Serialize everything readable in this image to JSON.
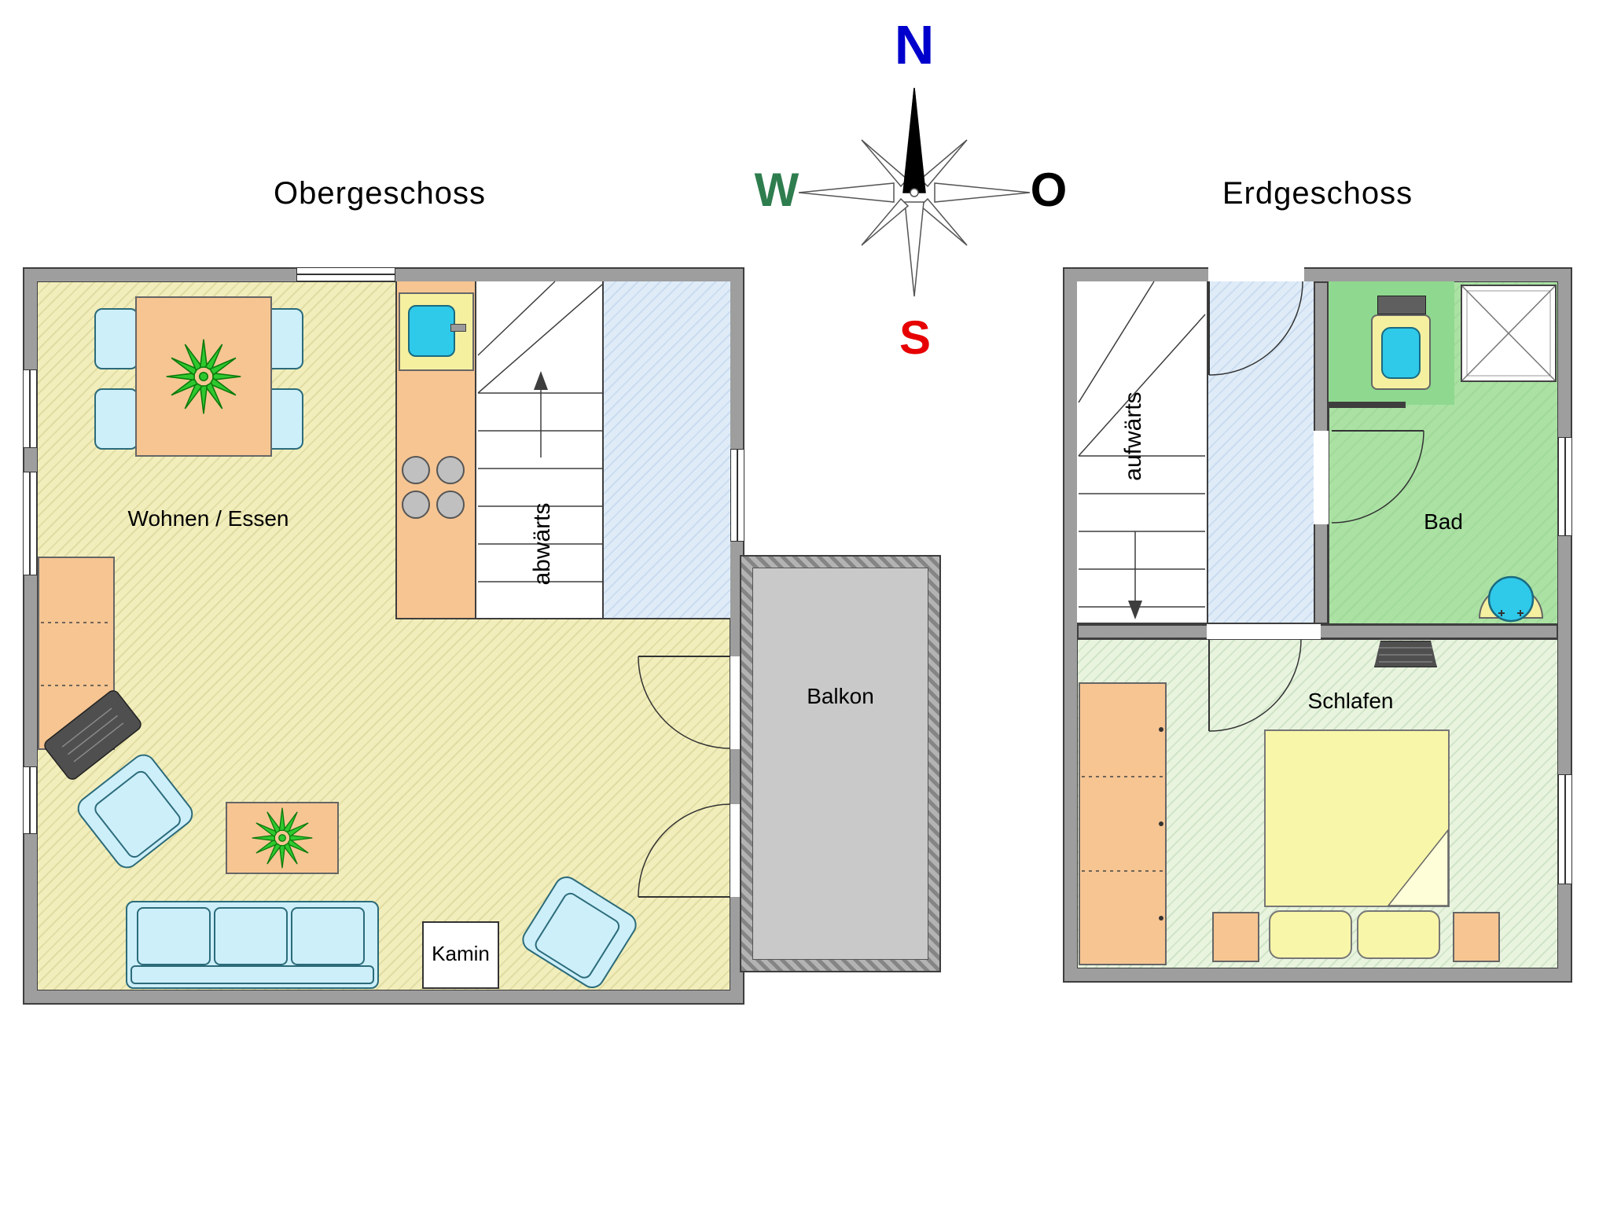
{
  "compass": {
    "north": "N",
    "west": "W",
    "east": "O",
    "south": "S"
  },
  "upper_floor": {
    "title": "Obergeschoss",
    "labels": {
      "living_dining": "Wohnen / Essen",
      "stairs_down": "abwärts",
      "balcony": "Balkon",
      "fireplace": "Kamin"
    }
  },
  "ground_floor": {
    "title": "Erdgeschoss",
    "labels": {
      "stairs_up": "aufwärts",
      "bathroom": "Bad",
      "bedroom": "Schlafen"
    }
  },
  "colors": {
    "wall": "#9e9e9e",
    "living_floor": "#f1eebc",
    "kitchen_counter": "#f6c592",
    "stair_blue": "#dfecf8",
    "balcony_floor": "#c9c9c9",
    "bath_floor": "#abe2a4",
    "bath_dark": "#8fd88f",
    "bedroom_floor": "#e9f4df",
    "furniture_blue": "#cdeffa",
    "furniture_orange": "#f6c592",
    "bed_yellow": "#f8f6a8",
    "plant_green": "#2ec82e",
    "sink_blue": "#2fc9ea",
    "compass_n": "#0000cc",
    "compass_w": "#2e7d4e",
    "compass_o": "#000000",
    "compass_s": "#e60000"
  }
}
